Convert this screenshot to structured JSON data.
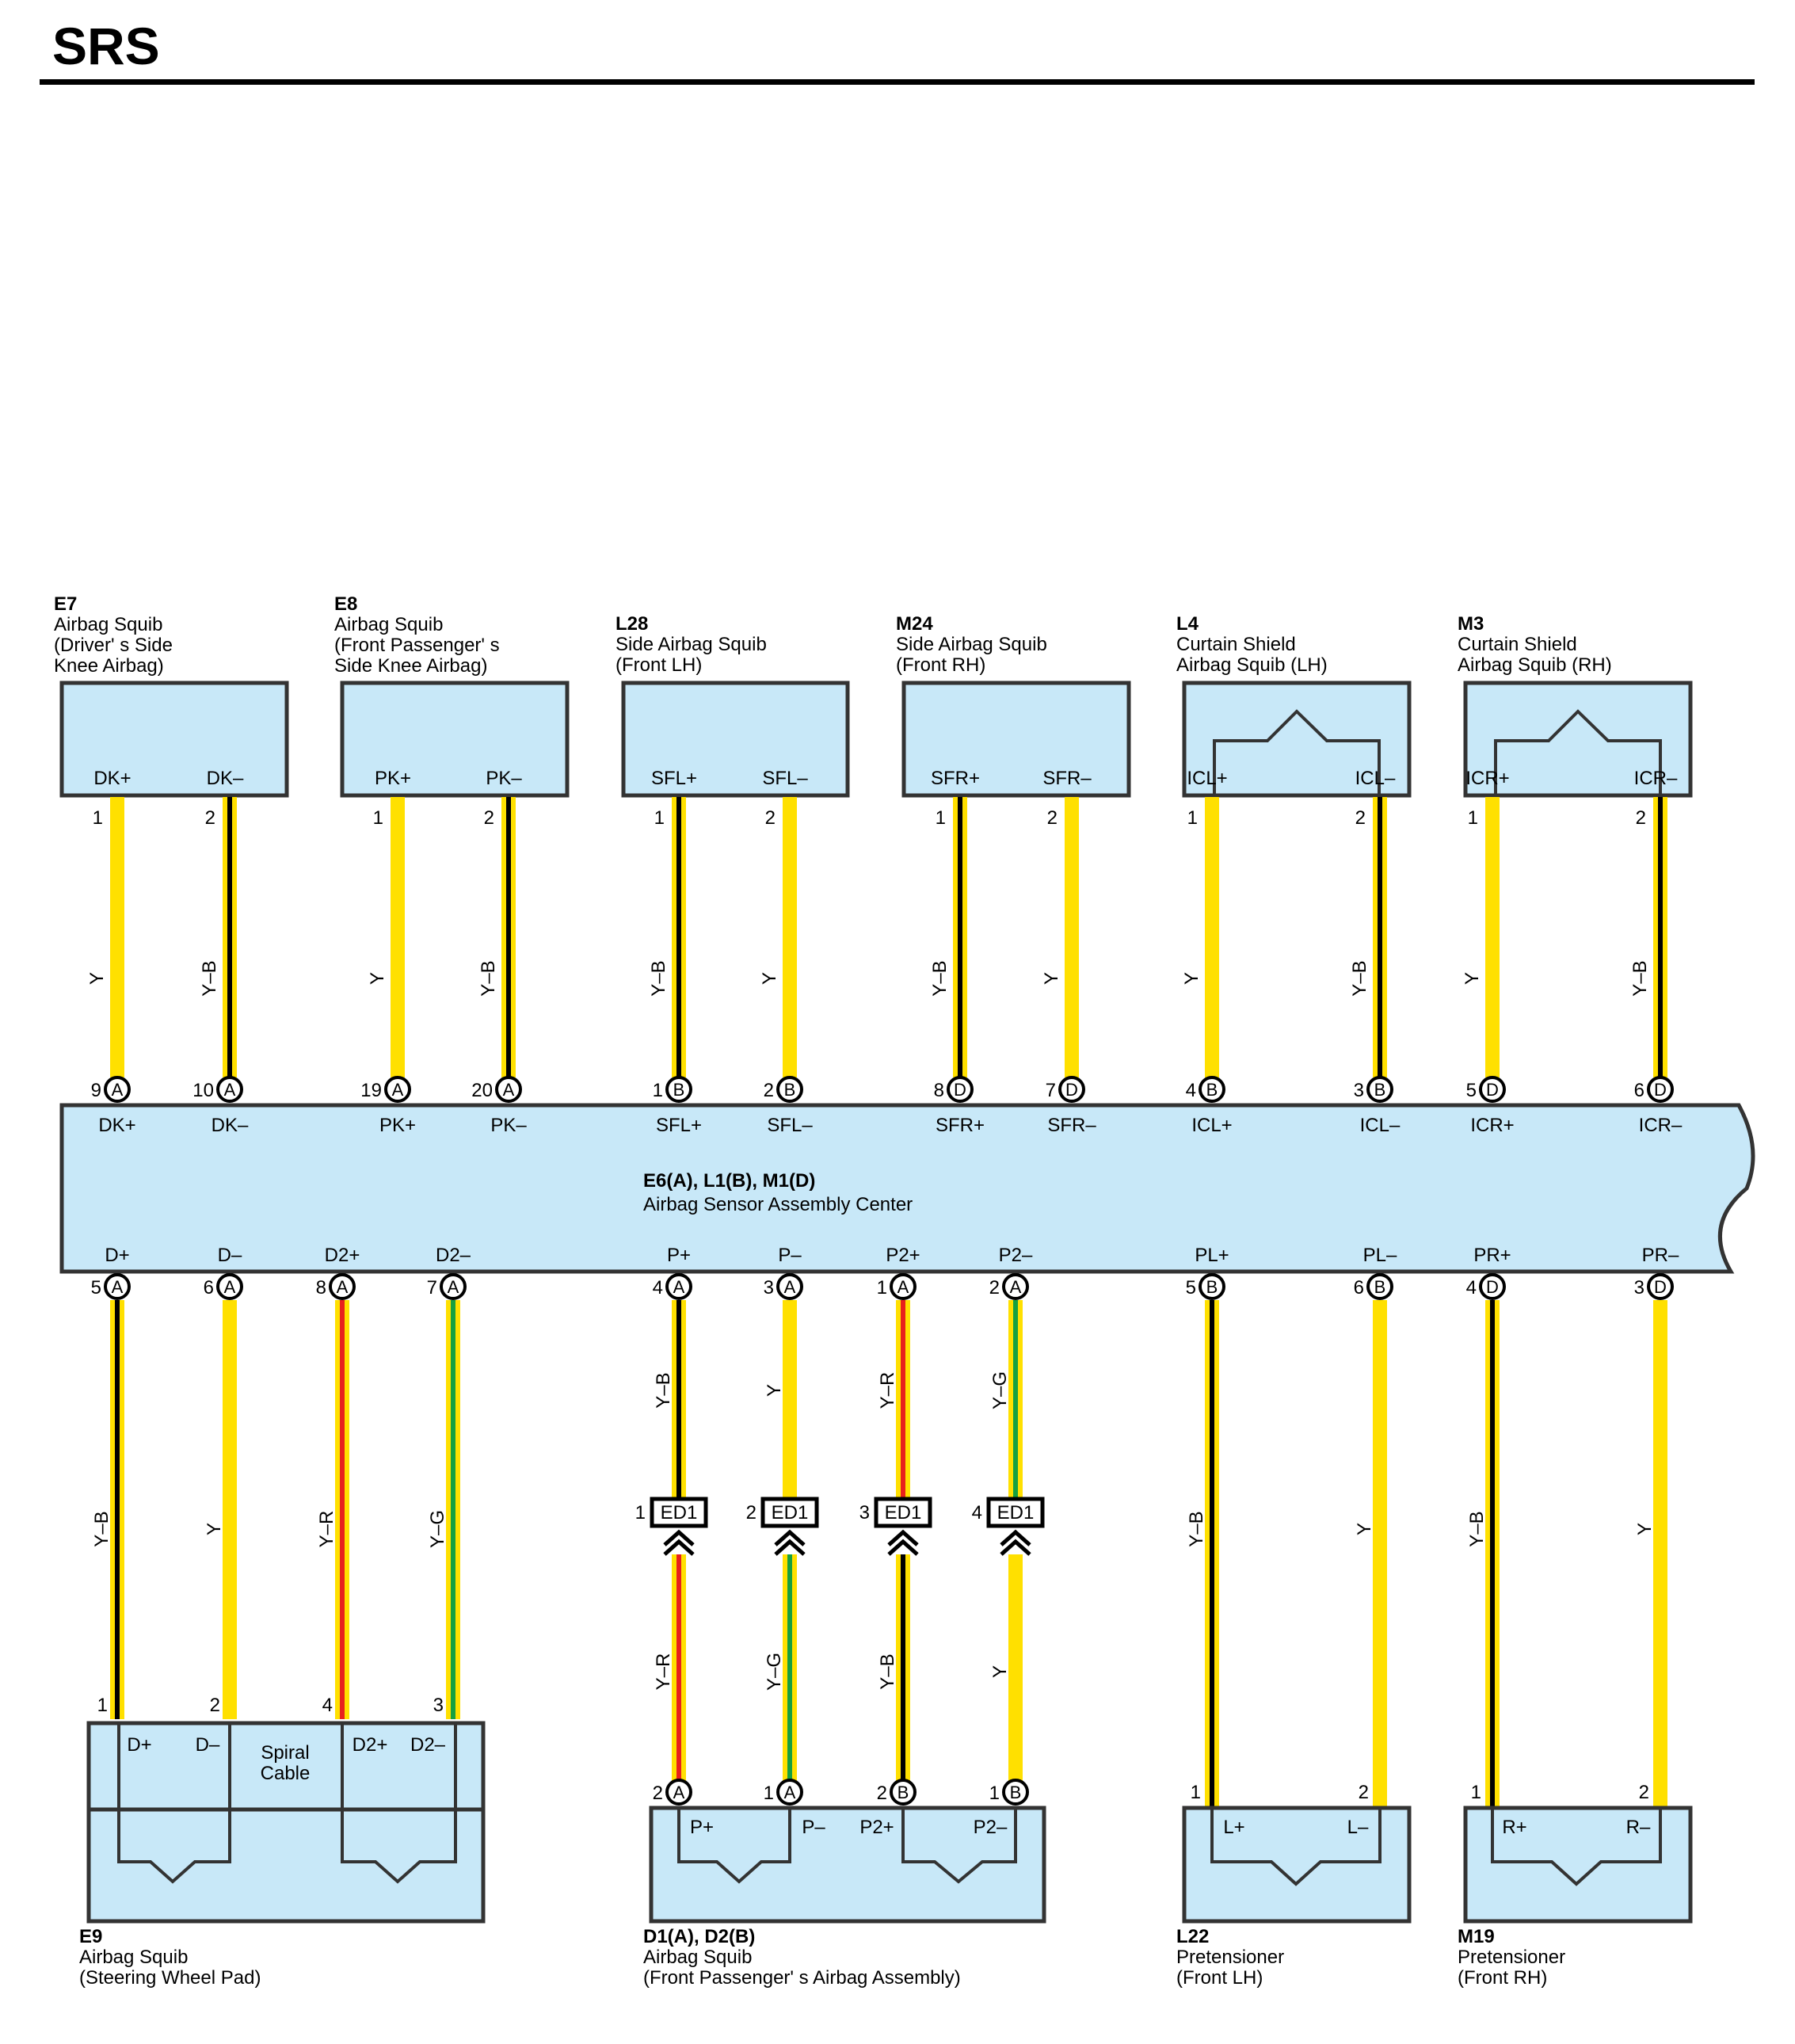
{
  "title": "SRS",
  "colors": {
    "Y": "#FFE000",
    "B": "#000000",
    "R": "#E8201C",
    "G": "#16A040",
    "box_fill": "#C8E8F8"
  },
  "top_components": [
    {
      "id": "E7",
      "name": [
        "Airbag Squib",
        "(Driver' s Side",
        " Knee Airbag)"
      ],
      "terminals": [
        "DK+",
        "DK–"
      ],
      "pins": [
        "1",
        "2"
      ],
      "ecu_pins": [
        "9",
        "10"
      ],
      "ecu_conn": [
        "A",
        "A"
      ],
      "wires": [
        "Y",
        "Y–B"
      ],
      "ecu_terms": [
        "DK+",
        "DK–"
      ]
    },
    {
      "id": "E8",
      "name": [
        "Airbag Squib",
        "(Front Passenger' s",
        " Side Knee Airbag)"
      ],
      "terminals": [
        "PK+",
        "PK–"
      ],
      "pins": [
        "1",
        "2"
      ],
      "ecu_pins": [
        "19",
        "20"
      ],
      "ecu_conn": [
        "A",
        "A"
      ],
      "wires": [
        "Y",
        "Y–B"
      ],
      "ecu_terms": [
        "PK+",
        "PK–"
      ]
    },
    {
      "id": "L28",
      "name": [
        "Side Airbag Squib",
        "(Front LH)"
      ],
      "terminals": [
        "SFL+",
        "SFL–"
      ],
      "pins": [
        "1",
        "2"
      ],
      "ecu_pins": [
        "1",
        "2"
      ],
      "ecu_conn": [
        "B",
        "B"
      ],
      "wires": [
        "Y–B",
        "Y"
      ],
      "ecu_terms": [
        "SFL+",
        "SFL–"
      ]
    },
    {
      "id": "M24",
      "name": [
        "Side Airbag Squib",
        "(Front RH)"
      ],
      "terminals": [
        "SFR+",
        "SFR–"
      ],
      "pins": [
        "1",
        "2"
      ],
      "ecu_pins": [
        "8",
        "7"
      ],
      "ecu_conn": [
        "D",
        "D"
      ],
      "wires": [
        "Y–B",
        "Y"
      ],
      "ecu_terms": [
        "SFR+",
        "SFR–"
      ]
    },
    {
      "id": "L4",
      "name": [
        "Curtain Shield",
        "Airbag Squib (LH)"
      ],
      "terminals": [
        "ICL+",
        "ICL–"
      ],
      "pins": [
        "1",
        "2"
      ],
      "ecu_pins": [
        "4",
        "3"
      ],
      "ecu_conn": [
        "B",
        "B"
      ],
      "wires": [
        "Y",
        "Y–B"
      ],
      "ecu_terms": [
        "ICL+",
        "ICL–"
      ]
    },
    {
      "id": "M3",
      "name": [
        "Curtain Shield",
        "Airbag Squib (RH)"
      ],
      "terminals": [
        "ICR+",
        "ICR–"
      ],
      "pins": [
        "1",
        "2"
      ],
      "ecu_pins": [
        "5",
        "6"
      ],
      "ecu_conn": [
        "D",
        "D"
      ],
      "wires": [
        "Y",
        "Y–B"
      ],
      "ecu_terms": [
        "ICR+",
        "ICR–"
      ]
    }
  ],
  "ecu": {
    "id": "E6(A), L1(B), M1(D)",
    "name": "Airbag Sensor Assembly Center",
    "bottom_terms": [
      "D+",
      "D–",
      "D2+",
      "D2–",
      "P+",
      "P–",
      "P2+",
      "P2–",
      "PL+",
      "PL–",
      "PR+",
      "PR–"
    ],
    "bottom_pins": [
      "5",
      "6",
      "8",
      "7",
      "4",
      "3",
      "1",
      "2",
      "5",
      "6",
      "4",
      "3"
    ],
    "bottom_conn": [
      "A",
      "A",
      "A",
      "A",
      "A",
      "A",
      "A",
      "A",
      "B",
      "B",
      "D",
      "D"
    ]
  },
  "bottom_wires_upper": [
    "Y–B",
    "Y",
    "Y–R",
    "Y–G",
    "Y–B",
    "Y",
    "Y–R",
    "Y–G",
    "Y–B",
    "Y",
    "Y–B",
    "Y"
  ],
  "junction": {
    "name": "ED1",
    "pins": [
      "1",
      "2",
      "3",
      "4"
    ],
    "lower_wires": [
      "Y–R",
      "Y–G",
      "Y–B",
      "Y"
    ]
  },
  "bottom_components": [
    {
      "id": "E9",
      "name": [
        "Airbag Squib",
        "(Steering Wheel Pad)"
      ],
      "pins": [
        "1",
        "2",
        "4",
        "3"
      ],
      "terminals": [
        "D+",
        "D–",
        "D2+",
        "D2–"
      ],
      "inner": [
        "Spiral",
        "Cable"
      ]
    },
    {
      "id": "D1(A), D2(B)",
      "name": [
        "Airbag Squib",
        "(Front Passenger' s Airbag Assembly)"
      ],
      "pins": [
        "2",
        "1",
        "2",
        "1"
      ],
      "conn": [
        "A",
        "A",
        "B",
        "B"
      ],
      "terminals": [
        "P+",
        "P–",
        "P2+",
        "P2–"
      ]
    },
    {
      "id": "L22",
      "name": [
        "Pretensioner",
        "(Front LH)"
      ],
      "pins": [
        "1",
        "2"
      ],
      "terminals": [
        "L+",
        "L–"
      ]
    },
    {
      "id": "M19",
      "name": [
        "Pretensioner",
        "(Front RH)"
      ],
      "pins": [
        "1",
        "2"
      ],
      "terminals": [
        "R+",
        "R–"
      ]
    }
  ]
}
